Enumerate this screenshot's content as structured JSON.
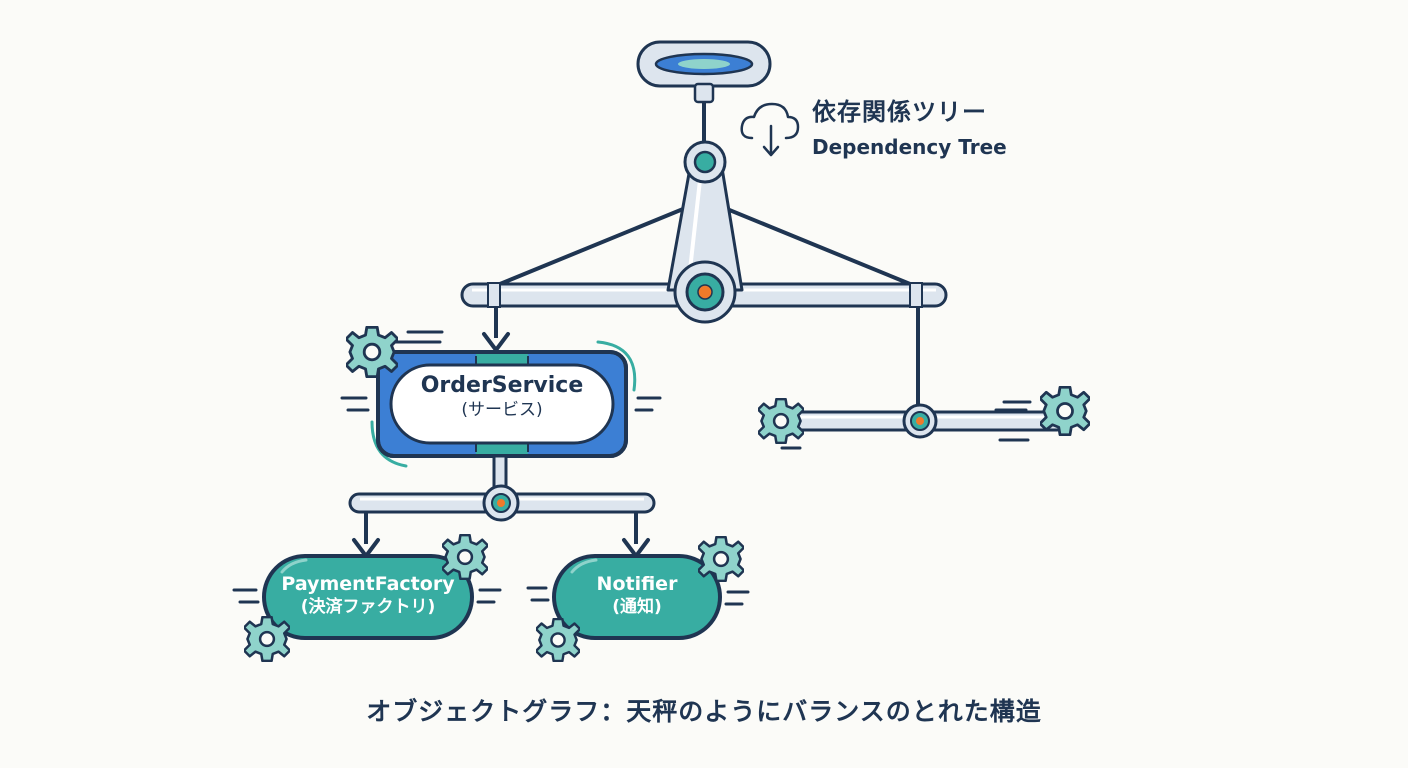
{
  "header": {
    "title_jp": "依存関係ツリー",
    "title_en": "Dependency Tree",
    "icon": "cloud-download-icon"
  },
  "nodes": {
    "root": {
      "name": "OrderService",
      "sub": "(サービス)"
    },
    "left_child": {
      "name": "PaymentFactory",
      "sub": "(決済ファクトリ)"
    },
    "right_child": {
      "name": "Notifier",
      "sub": "(通知)"
    }
  },
  "caption": "オブジェクトグラフ：天秤のようにバランスのとれた構造",
  "colors": {
    "navy": "#1f3552",
    "blue": "#3c7fd4",
    "teal": "#38ada2",
    "teal_light": "#8fd3cb",
    "steel": "#dde5ee",
    "orange": "#f07a2a",
    "background": "#fbfbf8"
  }
}
